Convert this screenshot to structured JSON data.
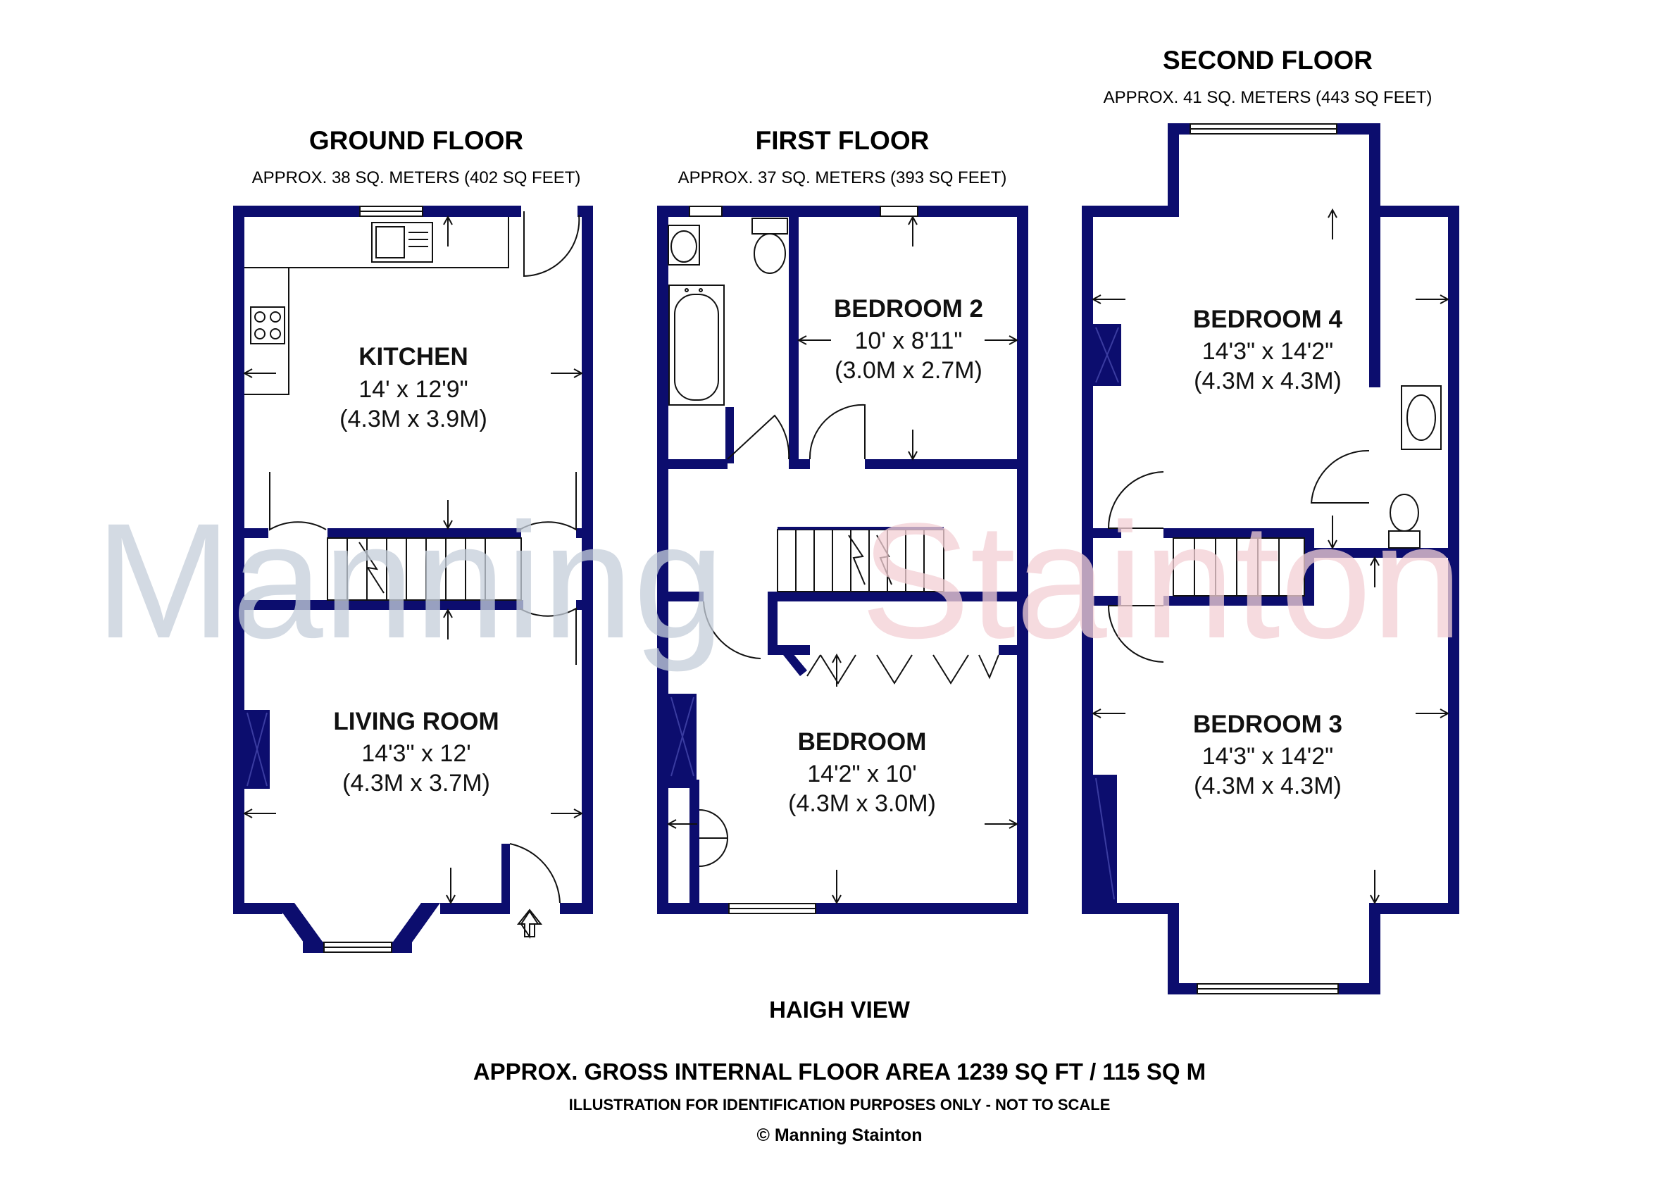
{
  "watermark": {
    "word1": "Manning",
    "word2": "Stainton",
    "color1": "#c6ceda",
    "color2": "#f2cfd5"
  },
  "wall_color": "#0c0d6e",
  "floors": [
    {
      "title": "GROUND FLOOR",
      "area": "APPROX. 38 SQ. METERS (402 SQ FEET)",
      "rooms": [
        {
          "name": "KITCHEN",
          "dim_imperial": "14' x 12'9\"",
          "dim_metric": "(4.3M x 3.9M)"
        },
        {
          "name": "LIVING ROOM",
          "dim_imperial": "14'3\" x 12'",
          "dim_metric": "(4.3M x 3.7M)"
        }
      ]
    },
    {
      "title": "FIRST FLOOR",
      "area": "APPROX. 37 SQ. METERS (393 SQ FEET)",
      "rooms": [
        {
          "name": "BEDROOM 2",
          "dim_imperial": "10' x 8'11\"",
          "dim_metric": "(3.0M x 2.7M)"
        },
        {
          "name": "BEDROOM",
          "dim_imperial": "14'2\" x 10'",
          "dim_metric": "(4.3M x 3.0M)"
        }
      ]
    },
    {
      "title": "SECOND FLOOR",
      "area": "APPROX. 41 SQ. METERS (443 SQ FEET)",
      "rooms": [
        {
          "name": "BEDROOM 4",
          "dim_imperial": "14'3\" x 14'2\"",
          "dim_metric": "(4.3M x 4.3M)"
        },
        {
          "name": "BEDROOM 3",
          "dim_imperial": "14'3\" x 14'2\"",
          "dim_metric": "(4.3M x 4.3M)"
        }
      ]
    }
  ],
  "footer": {
    "property_name": "HAIGH VIEW",
    "gross_area": "APPROX. GROSS INTERNAL FLOOR AREA 1239 SQ FT / 115 SQ M",
    "disclaimer": "ILLUSTRATION FOR IDENTIFICATION PURPOSES ONLY - NOT TO SCALE",
    "copyright": "© Manning Stainton"
  }
}
